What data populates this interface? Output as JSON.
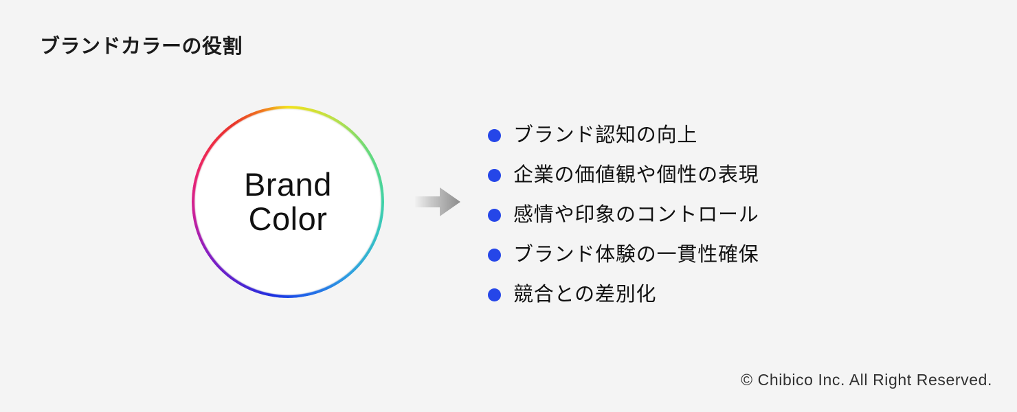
{
  "slide": {
    "title": "ブランドカラーの役割",
    "background_color": "#f4f4f4"
  },
  "wheel": {
    "label_line1": "Brand",
    "label_line2": "Color",
    "inner_color": "#ffffff",
    "ring_type": "hue-wheel-conic-gradient",
    "ring_colors": [
      "#f2e11c",
      "#b9e04a",
      "#62d97d",
      "#3fd1a6",
      "#37c3c3",
      "#2e9fe0",
      "#1f5fe8",
      "#1a31e0",
      "#5423cf",
      "#8a1fc0",
      "#c9209a",
      "#e82472",
      "#ee2c4a",
      "#e8352a",
      "#f07b1e"
    ]
  },
  "arrow": {
    "name": "right-arrow",
    "gradient_from": "#f0f0f0",
    "gradient_to": "#8a8a8a"
  },
  "benefits": {
    "bullet_color": "#2546e8",
    "items": [
      {
        "label": "ブランド認知の向上"
      },
      {
        "label": "企業の価値観や個性の表現"
      },
      {
        "label": "感情や印象のコントロール"
      },
      {
        "label": "ブランド体験の一貫性確保"
      },
      {
        "label": "競合との差別化"
      }
    ]
  },
  "footer": {
    "copyright": "© Chibico Inc. All Right Reserved."
  }
}
